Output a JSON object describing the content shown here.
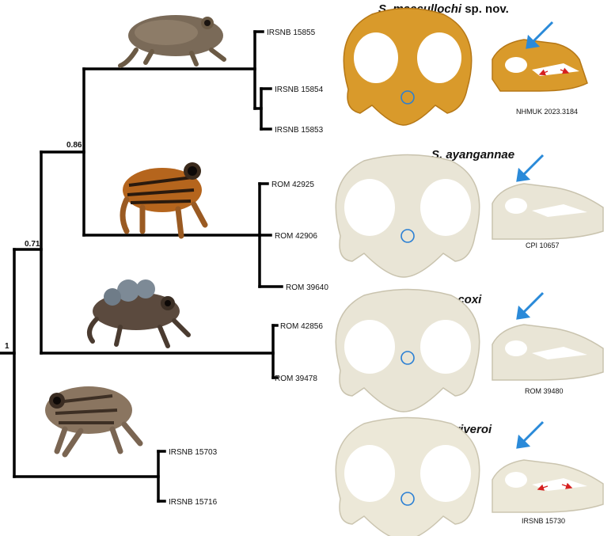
{
  "tree": {
    "supports": {
      "root": "1",
      "node_071": "0.71",
      "node_086": "0.86"
    },
    "tips": [
      "IRSNB 15855",
      "IRSNB 15854",
      "IRSNB 15853",
      "ROM 42925",
      "ROM 42906",
      "ROM 39640",
      "ROM 42856",
      "ROM 39478",
      "IRSNB 15703",
      "IRSNB 15716"
    ]
  },
  "panels": [
    {
      "species_italic": "S. maccullochi",
      "species_suffix": " sp. nov.",
      "specimen": "NHMUK 2023.3184",
      "skull_color": "#d99a2b",
      "frog_color": "#7a6a58"
    },
    {
      "species_italic": "S. ayangannae",
      "species_suffix": "",
      "specimen": "CPI 10657",
      "skull_color": "#e9e5d6",
      "frog_color": "#b5651d"
    },
    {
      "species_italic": "S. coxi",
      "species_suffix": "",
      "specimen": "ROM 39480",
      "skull_color": "#e9e5d6",
      "frog_color": "#5b4a3e"
    },
    {
      "species_italic": "S. riveroi",
      "species_suffix": "",
      "specimen": "IRSNB 15730",
      "skull_color": "#ece8d8",
      "frog_color": "#8a7560"
    }
  ],
  "colors": {
    "tree": "#000000",
    "arrow_blue": "#2a8ad9",
    "arrow_red": "#d62020",
    "circle_blue": "#2a7fd4"
  },
  "icons": [
    "frog-photo",
    "skull-dorsal-view",
    "skull-lateral-view",
    "blue-arrow",
    "red-arrow",
    "blue-circle-marker"
  ]
}
